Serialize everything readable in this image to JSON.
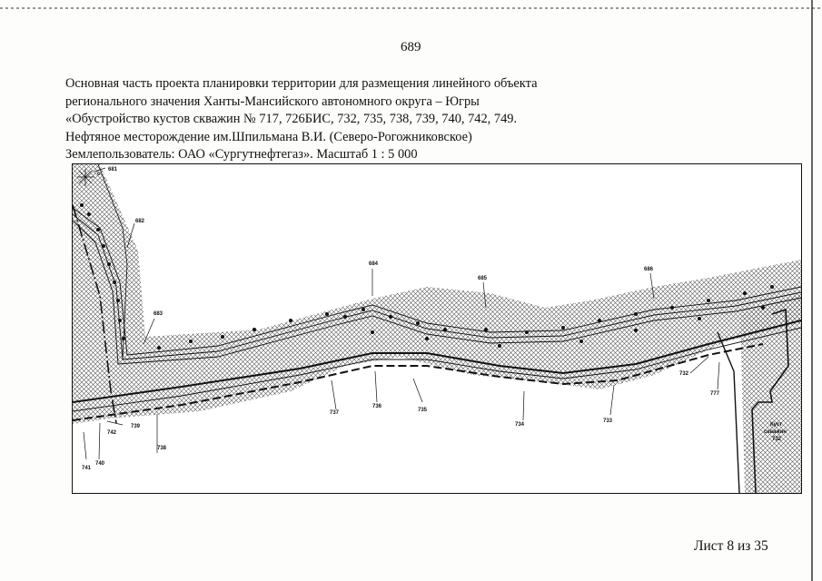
{
  "document": {
    "page_number": "689",
    "title_lines": [
      "Основная часть проекта планировки территории для размещения линейного объекта",
      "регионального значения Ханты-Мансийского автономного округа – Югры",
      "«Обустройство кустов скважин № 717, 726БИС, 732, 735, 738, 739, 740, 742, 749.",
      "Нефтяное месторождение им.Шпильмана В.И. (Северо-Рогожниковское)",
      "Землепользователь: ОАО «Сургутнефтегаз». Масштаб 1 : 5 000"
    ],
    "sheet_counter": "Лист 8 из 35"
  },
  "map": {
    "upper_labels": {
      "l681": "681",
      "l682": "682",
      "l683": "683",
      "l684": "684",
      "l685": "685",
      "l686": "686"
    },
    "lower_labels": {
      "l732": "732",
      "l733": "733",
      "l734": "734",
      "l735": "735",
      "l736": "736",
      "l737": "737",
      "l738": "738",
      "l739": "739",
      "l740": "740",
      "l741": "741",
      "l742": "742",
      "l777": "777"
    },
    "pad_label": [
      "Куст",
      "скважин",
      "732"
    ],
    "north_marker": "с"
  }
}
